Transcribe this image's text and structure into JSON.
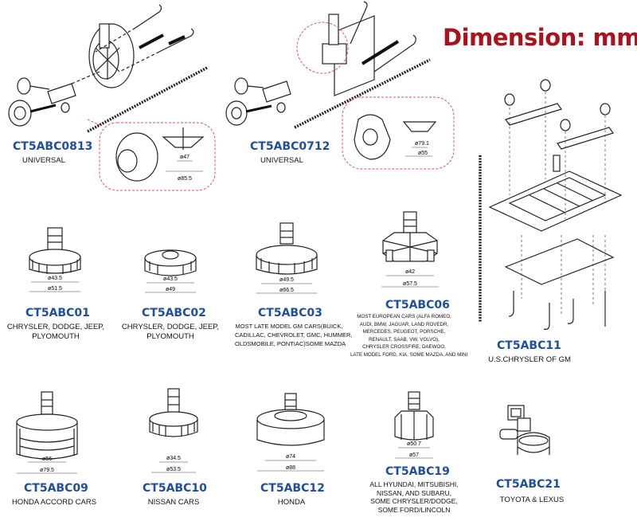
{
  "title": "Dimension: mm",
  "products": {
    "p0813": {
      "code": "CT5ABC0813",
      "desc": [
        "UNIVERSAL"
      ],
      "dims": [
        "ø47",
        "ø85.5"
      ]
    },
    "p0712": {
      "code": "CT5ABC0712",
      "desc": [
        "UNIVERSAL"
      ],
      "dims": [
        "ø79.1",
        "ø55"
      ]
    },
    "p01": {
      "code": "CT5ABC01",
      "desc": [
        "CHRYSLER, DODGE, JEEP,",
        "PLYOMOUTH"
      ],
      "dims": [
        "ø43.5",
        "ø51.5"
      ]
    },
    "p02": {
      "code": "CT5ABC02",
      "desc": [
        "CHRYSLER, DODGE, JEEP,",
        "PLYOMOUTH"
      ],
      "dims": [
        "ø43.5",
        "ø49"
      ]
    },
    "p03": {
      "code": "CT5ABC03",
      "desc": [
        "MOST LATE MODEL GM CARS(BUICK,",
        "CADILLAC, CHEVROLET, GMC, HUMMER,",
        "OLDSMOBILE, PONTIAC)SOME MAZDA"
      ],
      "dims": [
        "ø49.5",
        "ø66.5"
      ]
    },
    "p06": {
      "code": "CT5ABC06",
      "desc": [
        "MOST EUROPEAN CARS (ALFA ROMEO,",
        "AUDI, BMW, JAGUAR, LAND ROVEDR,",
        "MERCEDES, PEUGEOT, PORSCHE,",
        "RENAULT, SAAB, VW, VOLVO),",
        "CHRYSLER CROSSFIRE, DAEWOO,",
        "LATE MODEL FORD, KIA, SOME MAZDA, AND MINI"
      ],
      "dims": [
        "ø42",
        "ø57.5"
      ]
    },
    "p11": {
      "code": "CT5ABC11",
      "desc": [
        "U.S.CHRYSLER OF GM"
      ]
    },
    "p09": {
      "code": "CT5ABC09",
      "desc": [
        "HONDA ACCORD CARS"
      ],
      "dims": [
        "ø56",
        "ø79.5"
      ]
    },
    "p10": {
      "code": "CT5ABC10",
      "desc": [
        "NISSAN CARS"
      ],
      "dims": [
        "ø34.5",
        "ø53.5"
      ]
    },
    "p12": {
      "code": "CT5ABC12",
      "desc": [
        "HONDA"
      ],
      "dims": [
        "ø74",
        "ø88"
      ]
    },
    "p19": {
      "code": "CT5ABC19",
      "desc": [
        "ALL HYUNDAI, MITSUBISHI,",
        "NISSAN, AND SUBARU,",
        "SOME CHRYSLER/DODGE,",
        "SOME FORD/LINCOLN"
      ],
      "dims": [
        "ø50.7",
        "ø57"
      ]
    },
    "p21": {
      "code": "CT5ABC21",
      "desc": [
        "TOYOTA & LEXUS"
      ]
    }
  }
}
